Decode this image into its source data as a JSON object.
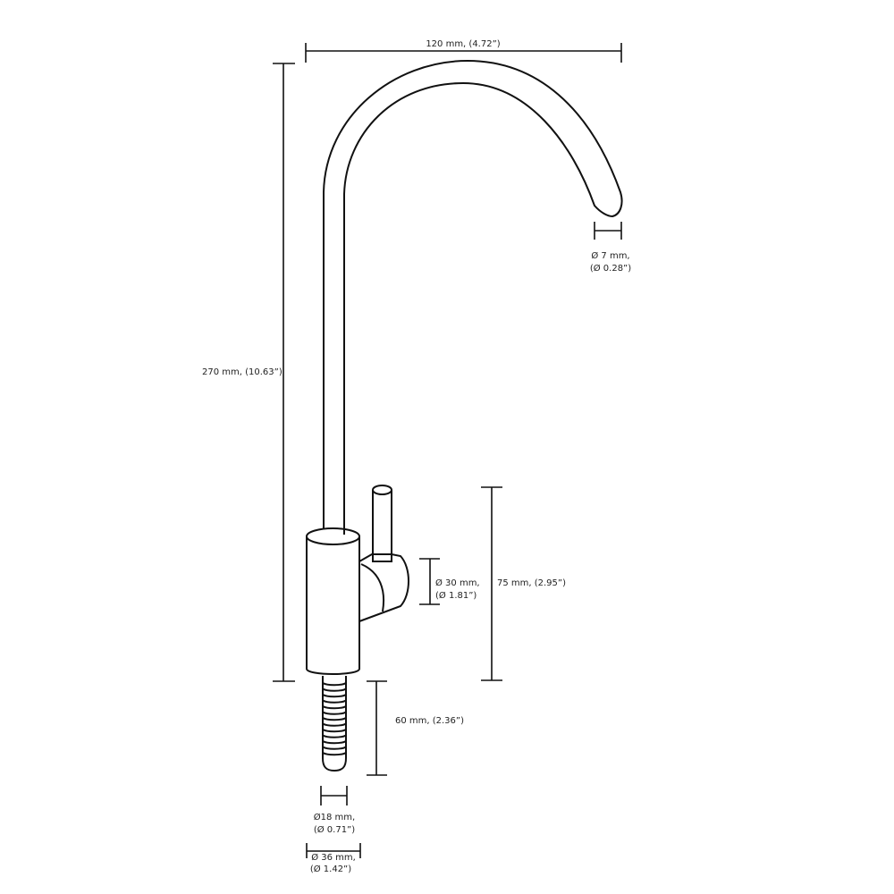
{
  "dimensions": {
    "width": {
      "text": "120 mm, (4.72”)"
    },
    "height": {
      "text": "270 mm, (10.63”)"
    },
    "spout_diameter": {
      "line1": "Ø 7 mm,",
      "line2": "(Ø 0.28”)"
    },
    "knob_diameter": {
      "line1": "Ø 30 mm,",
      "line2": "(Ø 1.81”)"
    },
    "body_height": {
      "text": "75 mm, (2.95”)"
    },
    "thread_length": {
      "text": "60 mm, (2.36”)"
    },
    "thread_diameter": {
      "line1": "Ø18 mm,",
      "line2": "(Ø 0.71”)"
    },
    "base_diameter": {
      "line1": "Ø 36 mm,",
      "line2": "(Ø 1.42”)"
    }
  },
  "colors": {
    "line": "#111111",
    "background": "#ffffff"
  }
}
